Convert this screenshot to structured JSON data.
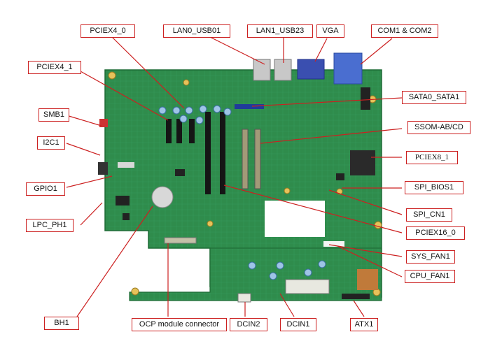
{
  "diagram": {
    "labels": {
      "pciex4_0": "PCIEX4_0",
      "lan0_usb01": "LAN0_USB01",
      "lan1_usb23": "LAN1_USB23",
      "vga": "VGA",
      "com": "COM1 & COM2",
      "pciex4_1": "PCIEX4_1",
      "smb1": "SMB1",
      "i2c1": "I2C1",
      "gpio1": "GPIO1",
      "lpc_ph1": "LPC_PH1",
      "bh1": "BH1",
      "ocp": "OCP module connector",
      "dcin2": "DCIN2",
      "dcin1": "DCIN1",
      "atx1": "ATX1",
      "sata": "SATA0_SATA1",
      "ssom": "SSOM-AB/CD",
      "pciex8_1": "PCIEX8_1",
      "spi_bios1": "SPI_BIOS1",
      "spi_cn1": "SPI_CN1",
      "pciex16_0": "PCIEX16_0",
      "sys_fan1": "SYS_FAN1",
      "cpu_fan1": "CPU_FAN1"
    },
    "colors": {
      "board": "#2e8a4a",
      "board_dark": "#1f6b36",
      "callout_border": "#cc2020",
      "leader_line": "#cc2020"
    }
  }
}
